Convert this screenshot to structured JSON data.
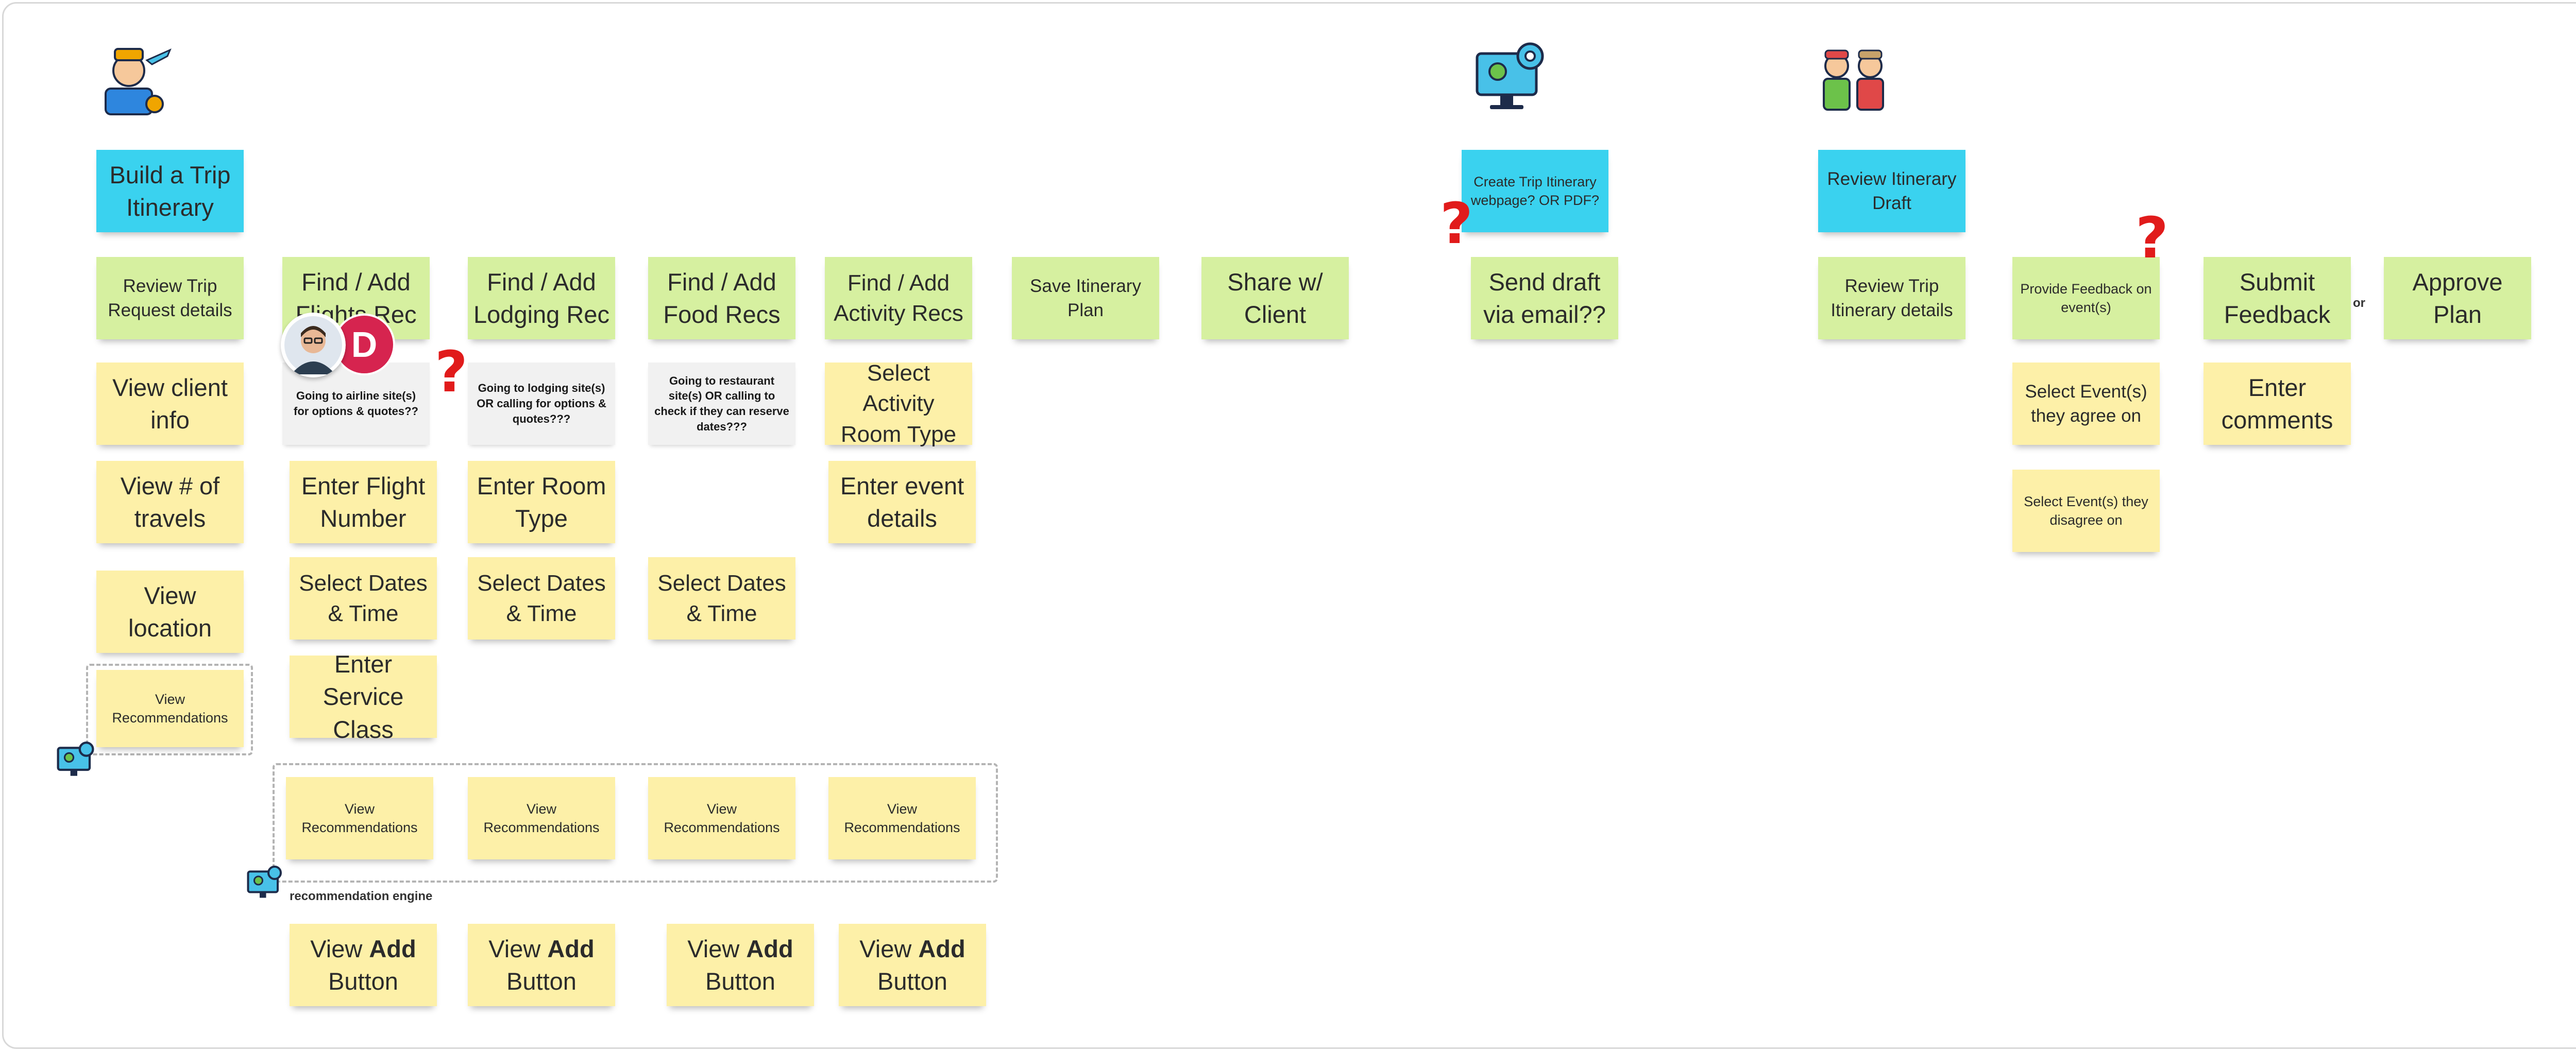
{
  "notes": {
    "build_trip": "Build a Trip Itinerary",
    "review_trip_request": "Review Trip Request details",
    "find_flights": "Find / Add Flights Rec",
    "find_lodging": "Find / Add Lodging Rec",
    "find_food": "Find / Add Food Recs",
    "find_activity": "Find / Add Activity Recs",
    "save_itinerary": "Save Itinerary Plan",
    "share_client": "Share w/ Client",
    "create_webpage": "Create Trip Itinerary webpage? OR PDF?",
    "send_draft": "Send draft via email??",
    "review_draft": "Review Itinerary Draft",
    "review_trip_itinerary": "Review Trip Itinerary details",
    "provide_feedback": "Provide Feedback on event(s)",
    "submit_feedback": "Submit Feedback",
    "approve_plan": "Approve Plan",
    "view_client_info": "View client info",
    "view_travels": "View # of travels",
    "view_location": "View location",
    "view_recs_col1": "View Recommendations",
    "airline_sites": "Going to airline site(s) for options & quotes??",
    "lodging_sites": "Going to lodging site(s) OR calling for options & quotes???",
    "restaurant_sites": "Going to restaurant site(s) OR calling to check if they can reserve dates???",
    "select_activity_room": "Select Activity Room Type",
    "enter_flight_number": "Enter Flight Number",
    "enter_room_type": "Enter Room Type",
    "enter_event_details": "Enter event details",
    "select_dates_flight": "Select Dates & Time",
    "select_dates_lodging": "Select Dates & Time",
    "select_dates_food": "Select Dates & Time",
    "enter_service_class": "Enter Service Class",
    "view_recs_flight": "View Recommendations",
    "view_recs_lodging": "View Recommendations",
    "view_recs_food": "View Recommendations",
    "view_recs_activity": "View Recommendations",
    "select_agree": "Select Event(s) they agree on",
    "select_disagree": "Select Event(s) they disagree on",
    "enter_comments": "Enter comments",
    "view_add_pre": "View ",
    "view_add_bold": "Add",
    "view_add_post": "Button"
  },
  "labels": {
    "recommendation_engine": "recommendation engine",
    "or": "or",
    "avatar_initial": "D"
  },
  "question_mark": "?",
  "icons": {
    "agent": "travel-agent-icon",
    "computer": "computer-gear-icon",
    "travelers": "travelers-icon",
    "engine": "recommendation-engine-icon"
  },
  "colors": {
    "green_note": "#d6f0a0",
    "yellow_note": "#fdf0a8",
    "cyan_note": "#3ad2ef",
    "grey_note": "#f1f1f1",
    "question_mark": "#e11b1b",
    "avatar_badge": "#d6244f"
  }
}
